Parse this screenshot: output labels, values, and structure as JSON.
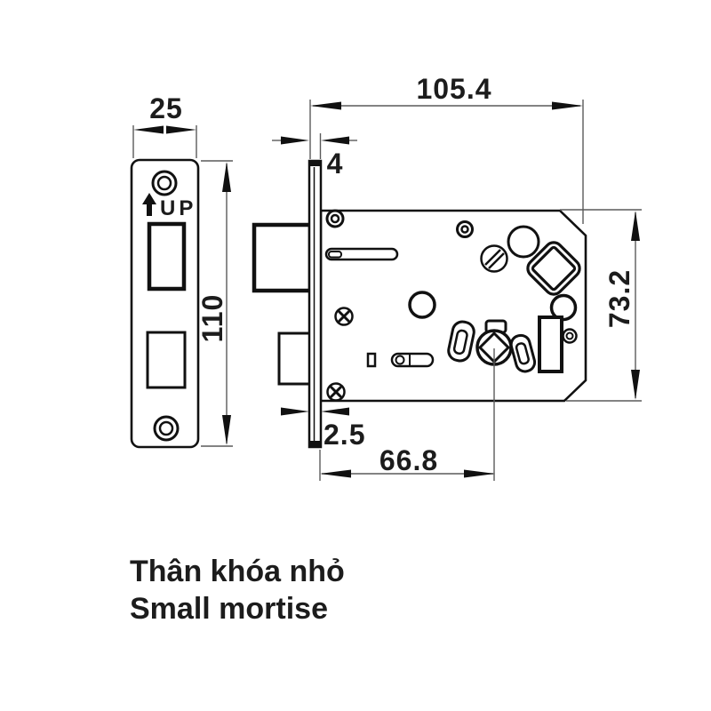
{
  "diagram": {
    "colors": {
      "line": "#111111",
      "dim": "#5a5a5a",
      "text": "#1c1c1c",
      "bg": "#ffffff"
    },
    "strike_plate": {
      "up_label": "UP",
      "dims": {
        "width": "25",
        "height": "110"
      }
    },
    "lock_body": {
      "dims": {
        "width": "105.4",
        "height": "73.2",
        "front_thickness": "4",
        "plate_thickness": "2.5",
        "backset": "66.8"
      }
    },
    "caption": {
      "vi": "Thân khóa nhỏ",
      "en": "Small mortise"
    }
  }
}
